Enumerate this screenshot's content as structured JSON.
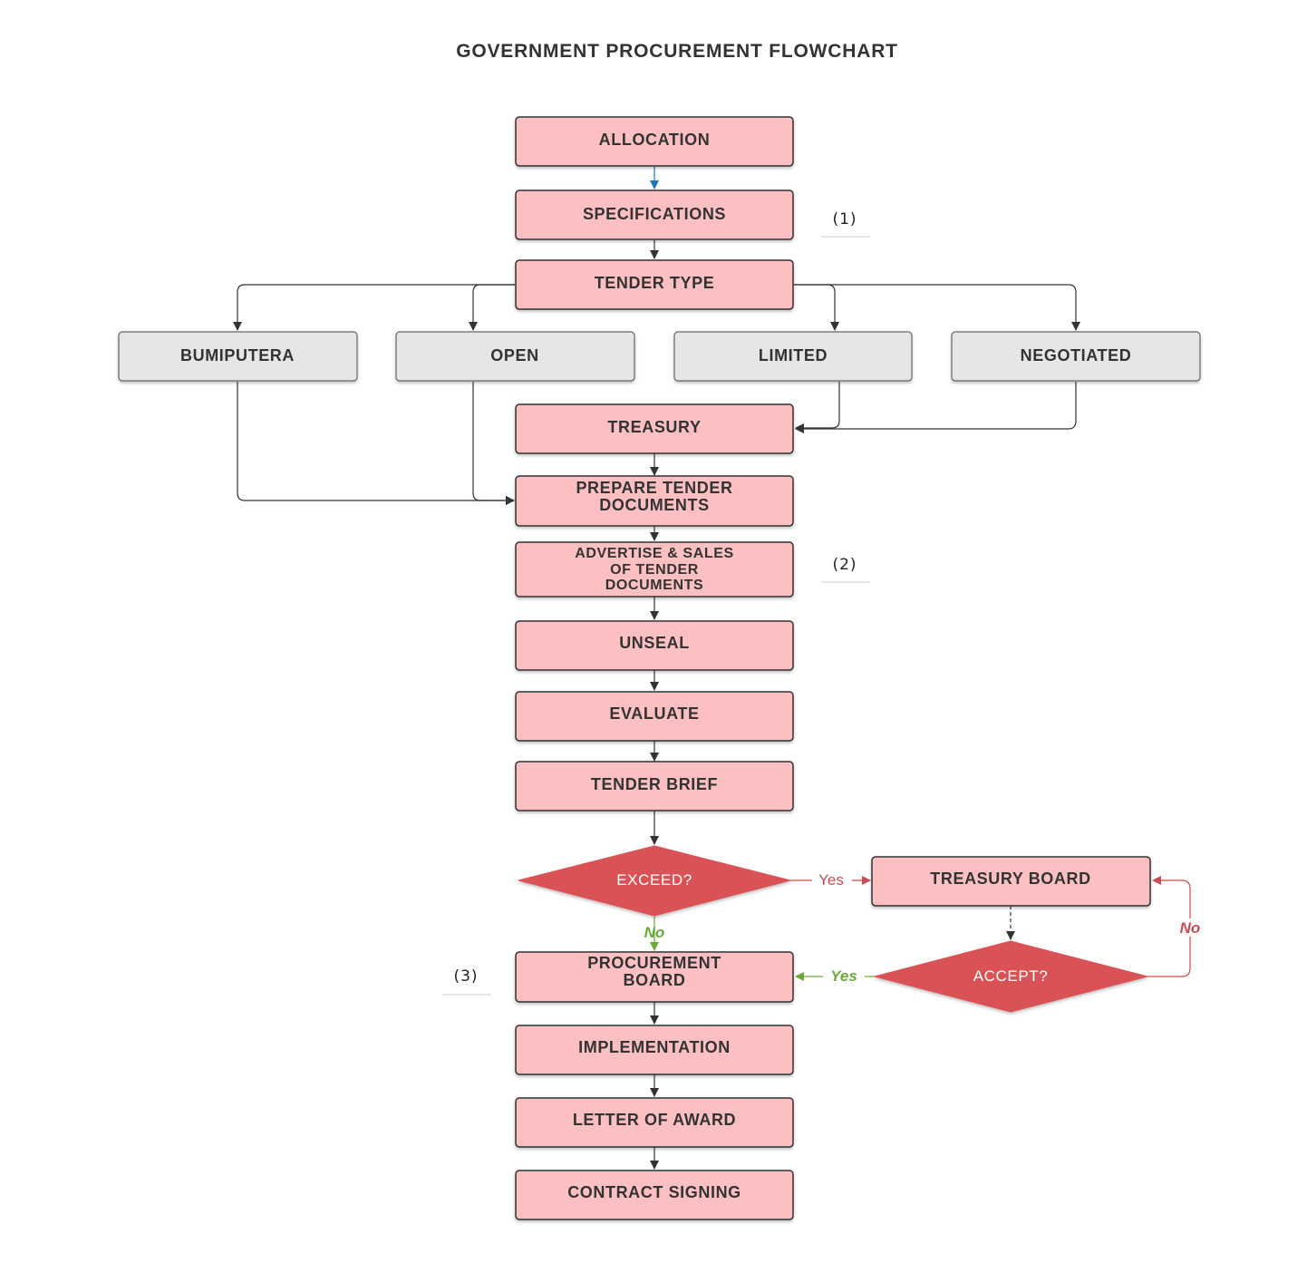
{
  "title": "GOVERNMENT PROCUREMENT FLOWCHART",
  "colors": {
    "pink_fill": "#fcc0c2",
    "grey_fill": "#e6e6e6",
    "diamond_fill": "#d95357",
    "edge": "#333333",
    "edge_blue": "#1f77b4",
    "yes_no_red": "#cc4c50",
    "yes_no_green": "#6aaa3a"
  },
  "nodes": {
    "allocation": "ALLOCATION",
    "specifications": "SPECIFICATIONS",
    "tender_type": "TENDER TYPE",
    "bumiputera": "BUMIPUTERA",
    "open": "OPEN",
    "limited": "LIMITED",
    "negotiated": "NEGOTIATED",
    "treasury": "TREASURY",
    "prepare_tender_documents": [
      "PREPARE TENDER",
      "DOCUMENTS"
    ],
    "advertise_sales": [
      "ADVERTISE & SALES",
      "OF TENDER",
      "DOCUMENTS"
    ],
    "unseal": "UNSEAL",
    "evaluate": "EVALUATE",
    "tender_brief": "TENDER BRIEF",
    "exceed": "EXCEED?",
    "treasury_board": "TREASURY BOARD",
    "accept": "ACCEPT?",
    "procurement_board": [
      "PROCUREMENT",
      "BOARD"
    ],
    "implementation": "IMPLEMENTATION",
    "letter_of_award": "LETTER OF AWARD",
    "contract_signing": "CONTRACT SIGNING"
  },
  "notes": {
    "note1": "(1)",
    "note2": "(2)",
    "note3": "(3)"
  },
  "edge_labels": {
    "exceed_yes": "Yes",
    "exceed_no": "No",
    "accept_yes": "Yes",
    "accept_no": "No"
  }
}
